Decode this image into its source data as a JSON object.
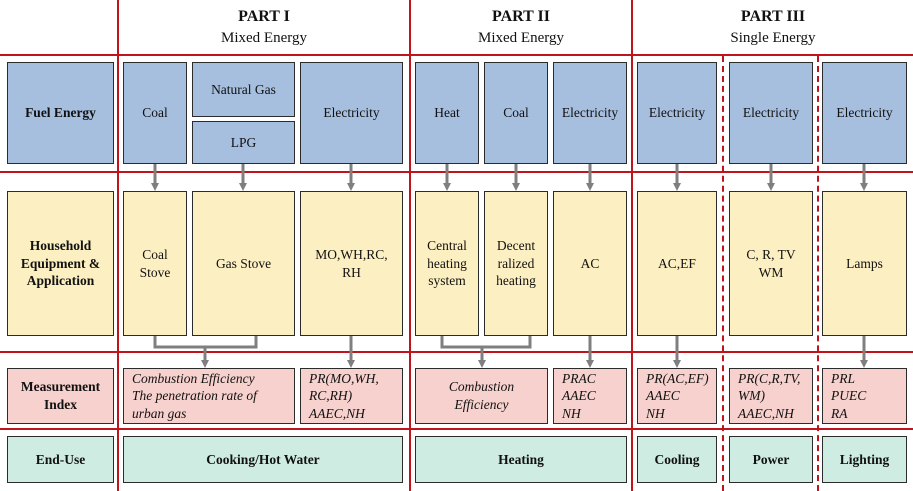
{
  "parts": [
    {
      "title": "PART I",
      "subtitle": "Mixed Energy"
    },
    {
      "title": "PART II",
      "subtitle": "Mixed Energy"
    },
    {
      "title": "PART III",
      "subtitle": "Single Energy"
    }
  ],
  "row_labels": {
    "fuel": "Fuel Energy",
    "equipment": "Household\nEquipment &\nApplication",
    "measurement": "Measurement\nIndex",
    "end_use": "End-Use"
  },
  "fuel": {
    "coal": "Coal",
    "natural_gas": "Natural Gas",
    "lpg": "LPG",
    "electricity_1": "Electricity",
    "heat": "Heat",
    "coal_2": "Coal",
    "electricity_2": "Electricity",
    "electricity_3": "Electricity",
    "electricity_4": "Electricity",
    "electricity_5": "Electricity"
  },
  "equipment": {
    "coal_stove": "Coal\nStove",
    "gas_stove": "Gas Stove",
    "mo_wh": "MO,WH,RC,\nRH",
    "central_heating": "Central\nheating\nsystem",
    "decentralized_heating": "Decent\nralized\nheating",
    "ac": "AC",
    "ac_ef": "AC,EF",
    "c_r_tv": "C, R, TV\nWM",
    "lamps": "Lamps"
  },
  "measurement": {
    "combustion_gas": "Combustion Efficiency\nThe penetration rate of\nurban gas",
    "pr_mo": "PR(MO,WH,\nRC,RH)\nAAEC,NH",
    "combustion_heat": "Combustion\nEfficiency",
    "prac": "PRAC\nAAEC\nNH",
    "pr_ac_ef": "PR(AC,EF)\nAAEC\nNH",
    "pr_c_r": "PR(C,R,TV,\nWM)\nAAEC,NH",
    "prl": "PRL\nPUEC\nRA"
  },
  "end_use": {
    "cooking": "Cooking/Hot Water",
    "heating": "Heating",
    "cooling": "Cooling",
    "power": "Power",
    "lighting": "Lighting"
  }
}
